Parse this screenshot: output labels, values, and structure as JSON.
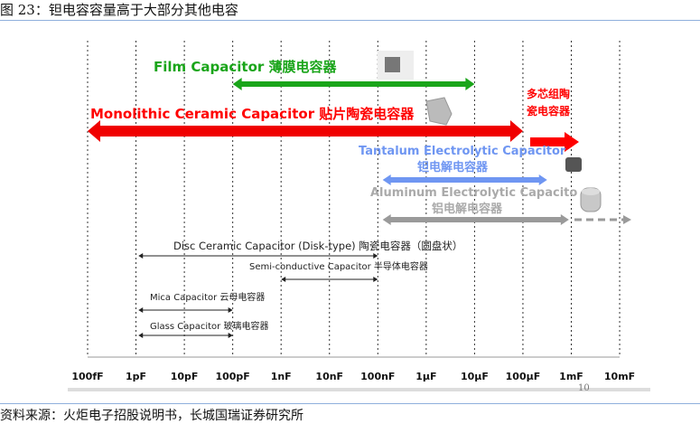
{
  "title": "图 23：钽电容容量高于大部分其他电容",
  "source": "资料来源：火炬电子招股说明书，长城国瑞证券研究所",
  "page_number": "10",
  "axis_ticks": [
    "100fF",
    "1pF",
    "10pF",
    "100pF",
    "1nF",
    "10nF",
    "100nF",
    "1µF",
    "10µF",
    "100µF",
    "1mF",
    "10mF"
  ],
  "colors": {
    "film": "#1aa51a",
    "mlcc": "#f00000",
    "tantalum": "#6f96f2",
    "aluminum": "#9a9a9a",
    "black": "#222222"
  },
  "capacitors": [
    {
      "id": "film",
      "label": "Film Capacitor 薄膜电容器",
      "from": 3,
      "to": 8
    },
    {
      "id": "mlcc",
      "label": "Monolithic Ceramic Capacitor  贴片陶瓷电容器",
      "from": 0,
      "to": 9,
      "extra_label": [
        "多芯组陶",
        "瓷电容器"
      ]
    },
    {
      "id": "tantalum",
      "label": "Tantalum Electrolytic Capacitor",
      "label2": "钽电解电容器",
      "from": 6.1,
      "to": 9.5
    },
    {
      "id": "aluminum",
      "label": "Aluminum Electrolytic Capacito",
      "label2": "铝电解电容器",
      "from": 6.1,
      "to": 9.95
    },
    {
      "id": "disc",
      "label": "Disc Ceramic Capacitor (Disk-type)  陶瓷电容器（圆盘状）",
      "from": 1.05,
      "to": 6
    },
    {
      "id": "semi",
      "label": "Semi-conductive Capacitor  半导体电容器",
      "from": 4,
      "to": 6
    },
    {
      "id": "mica",
      "label": "Mica Capacitor  云母电容器",
      "from": 1.05,
      "to": 3
    },
    {
      "id": "glass",
      "label": "Glass Capacitor 玻璃电容器",
      "from": 1.05,
      "to": 3
    }
  ]
}
